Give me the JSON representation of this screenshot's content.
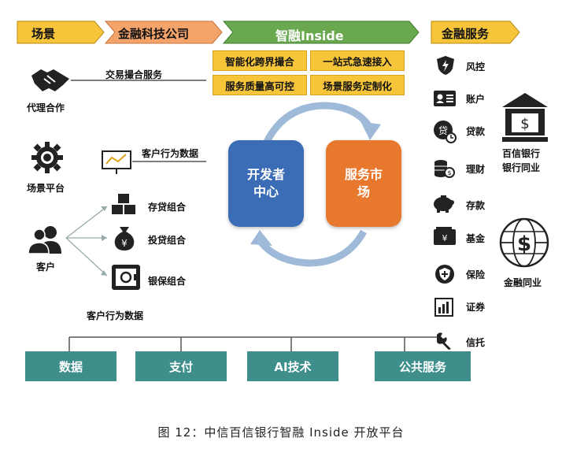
{
  "header": {
    "scene": "场景",
    "fintech": "金融科技公司",
    "inside": "智融Inside",
    "finance_services": "金融服务"
  },
  "features": [
    "智能化跨界撮合",
    "一站式急速接入",
    "服务质量高可控",
    "场景服务定制化"
  ],
  "left": {
    "agent": "代理合作",
    "trade_match": "交易撮合服务",
    "scene_platform": "场景平台",
    "behavior_data_top": "客户行为数据",
    "customer": "客户",
    "combos": [
      "存贷组合",
      "投贷组合",
      "银保组合"
    ],
    "behavior_data_bottom": "客户行为数据"
  },
  "center": {
    "dev_center": "开发者\n中心",
    "service_market": "服务市\n场"
  },
  "services": [
    "风控",
    "账户",
    "贷款",
    "理财",
    "存款",
    "基金",
    "保险",
    "证券",
    "信托"
  ],
  "right": {
    "bank_peers": "百信银行\n银行同业",
    "finance_peers": "金融同业"
  },
  "bottom": [
    "数据",
    "支付",
    "AI技术",
    "公共服务"
  ],
  "caption": "图 12：中信百信银行智融 Inside 开放平台",
  "colors": {
    "yellow": "#f6c53a",
    "orange": "#f4a46a",
    "green": "#6aa84f",
    "blue": "#3a6db5",
    "orange_box": "#e9782f",
    "teal": "#3e8f8c"
  }
}
